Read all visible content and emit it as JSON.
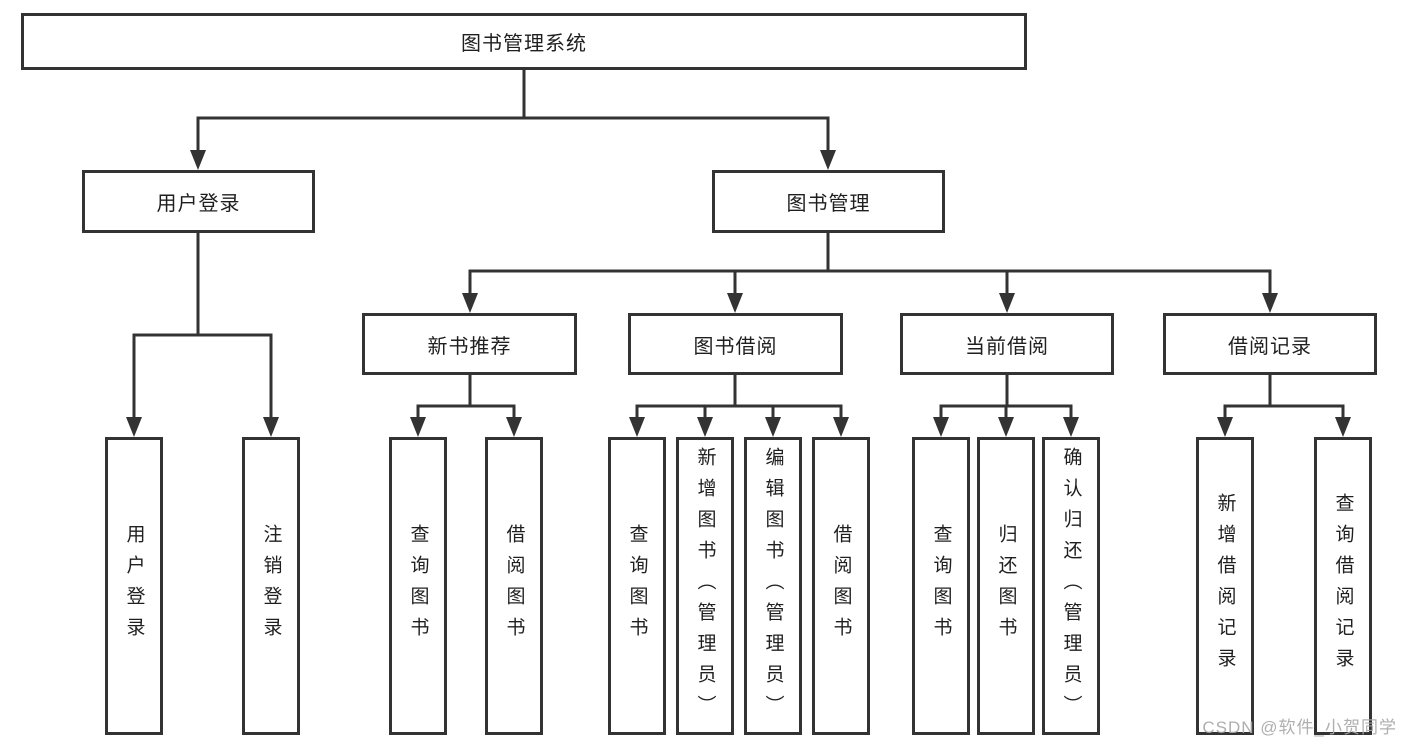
{
  "nodes": {
    "root": "图书管理系统",
    "user_login": "用户登录",
    "book_mgmt": "图书管理",
    "new_book_recommend": "新书推荐",
    "book_borrow": "图书借阅",
    "current_borrow": "当前借阅",
    "borrow_record": "借阅记录",
    "leaf_user_login": "用户登录",
    "leaf_logout": "注销登录",
    "leaf_nb_query_books": "查询图书",
    "leaf_nb_borrow_books": "借阅图书",
    "leaf_bb_query_books": "查询图书",
    "leaf_bb_add_books": "新增图书（管理员）",
    "leaf_bb_edit_books": "编辑图书（管理员）",
    "leaf_bb_borrow_books": "借阅图书",
    "leaf_cb_query_books": "查询图书",
    "leaf_cb_return_books": "归还图书",
    "leaf_cb_confirm_return": "确认归还（管理员）",
    "leaf_br_add_record": "新增借阅记录",
    "leaf_br_query_record": "查询借阅记录"
  },
  "watermark": "CSDN @软件_小贺同学",
  "colors": {
    "line": "#333333",
    "text": "#1f1f1f",
    "watermark": "#a8a8a8",
    "background": "#ffffff"
  }
}
